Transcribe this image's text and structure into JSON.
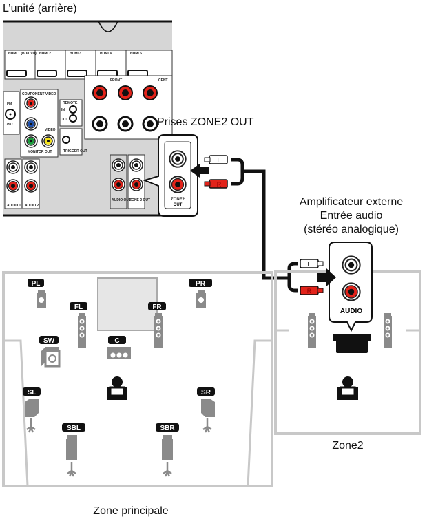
{
  "unit_title": "L’unité (arrière)",
  "zone2_jack_title": "Prises ZONE2 OUT",
  "amp_title": [
    "Amplificateur externe",
    "Entrée audio",
    "(stéréo analogique)"
  ],
  "rear_panel": {
    "hdmi": [
      "HDMI 1 (BD/DVD)",
      "HDMI 2",
      "HDMI 3",
      "HDMI 4",
      "HDMI 5"
    ],
    "fm": "FM",
    "fm_ohm": "75Ω",
    "component": "COMPONENT VIDEO",
    "video": "VIDEO",
    "monitor_out": "MONITOR OUT",
    "remote": "REMOTE",
    "remote_in": "IN",
    "remote_out": "OUT",
    "trigger": "TRIGGER OUT",
    "front": "FRONT",
    "center": "CENT",
    "audio1": "AUDIO 1",
    "audio2": "AUDIO 2",
    "audio_out": "AUDIO OUT",
    "zone2_out": "ZONE 2 OUT"
  },
  "callout_zone2": {
    "label_line1": "ZONE2",
    "label_line2": "OUT"
  },
  "callout_amp": {
    "label": "AUDIO"
  },
  "plugs": {
    "left": "L",
    "right": "R"
  },
  "colors": {
    "red": "#e2231a",
    "cable": "#111111",
    "room": "#c8c8c8",
    "speaker": "#8a8a8a"
  },
  "speakers": {
    "PL": "PL",
    "PR": "PR",
    "FL": "FL",
    "FR": "FR",
    "SW": "SW",
    "C": "C",
    "SL": "SL",
    "SR": "SR",
    "SBL": "SBL",
    "SBR": "SBR"
  },
  "zone2_caption": "Zone2",
  "main_caption": "Zone principale"
}
